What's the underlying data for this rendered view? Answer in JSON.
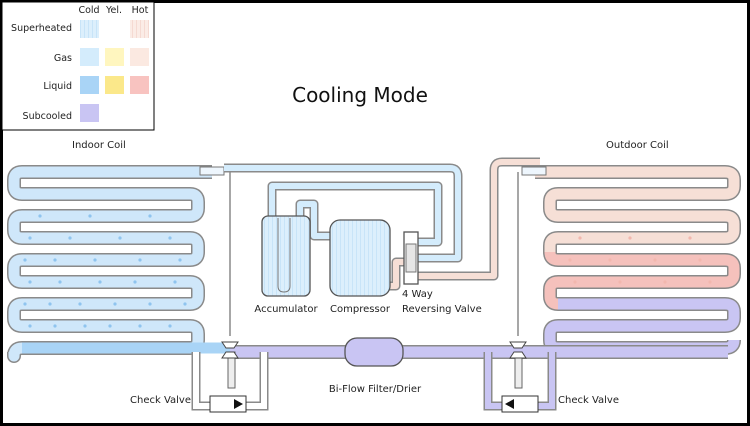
{
  "title": "Cooling Mode",
  "legend": {
    "columns": [
      "Cold",
      "Yel.",
      "Hot"
    ],
    "rows": [
      {
        "label": "Superheated",
        "colors": [
          "#d8ecfb",
          null,
          "#fbe3de"
        ]
      },
      {
        "label": "Gas",
        "colors": [
          "#d4ecfc",
          "#fff6bf",
          "#fbe9e1"
        ]
      },
      {
        "label": "Liquid",
        "colors": [
          "#a9d4f6",
          "#fbe88a",
          "#f8c3c0"
        ]
      },
      {
        "label": "Subcooled",
        "colors": [
          "#c9c5f3",
          null,
          null
        ]
      }
    ]
  },
  "labels": {
    "indoor_coil": "Indoor Coil",
    "outdoor_coil": "Outdoor Coil",
    "accumulator": "Accumulator",
    "compressor": "Compressor",
    "reversing_valve_line1": "4 Way",
    "reversing_valve_line2": "Reversing Valve",
    "filter_drier": "Bi-Flow Filter/Drier",
    "check_valve_left": "Check Valve",
    "check_valve_right": "Check Valve"
  },
  "colors": {
    "cold_gas": "#d4ecfc",
    "cold_liquid": "#a9d4f6",
    "hot_gas": "#f6dfd6",
    "hot_liquid": "#f8c3c0",
    "subcooled": "#c9c5f3",
    "outline": "#8a8a8a",
    "frame": "#000000"
  }
}
